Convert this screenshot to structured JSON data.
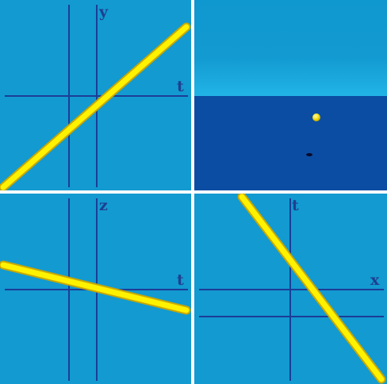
{
  "colors": {
    "panel_bg": "#129ad1",
    "axis": "#1c3d96",
    "worldline": "#fff200",
    "worldline_edge": "#c9a800",
    "sky_top": "#1fb0e3",
    "sky_bottom": "#0f97cf",
    "ground": "#0a4da3",
    "ball": "#f5e21a",
    "divider": "#ffffff"
  },
  "panels": [
    {
      "name": "y-vs-t",
      "vertical_label": "y",
      "horizontal_label": "t"
    },
    {
      "name": "3d-scene"
    },
    {
      "name": "z-vs-t",
      "vertical_label": "z",
      "horizontal_label": "t"
    },
    {
      "name": "t-vs-x",
      "vertical_label": "t",
      "horizontal_label": "x"
    }
  ]
}
